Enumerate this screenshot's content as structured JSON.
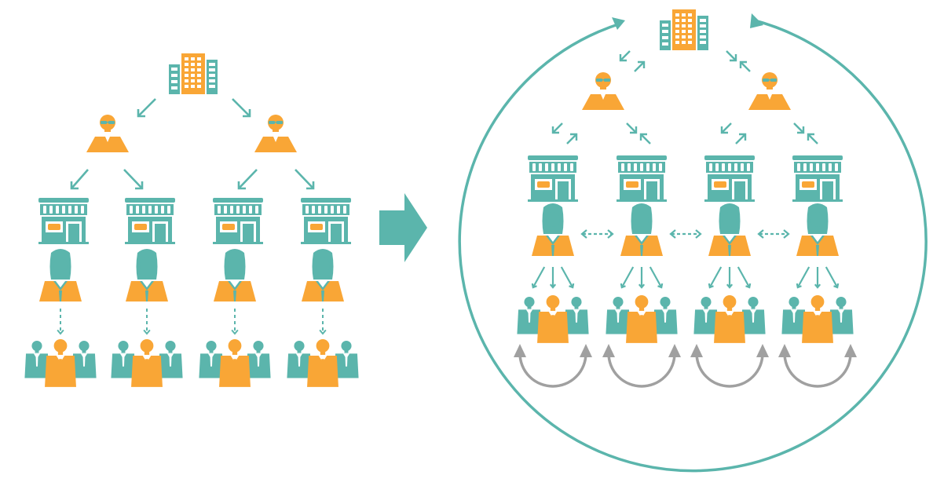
{
  "colors": {
    "teal": "#5BB5AC",
    "orange": "#F9A636",
    "gray": "#A0A0A0",
    "white": "#FFFFFF"
  },
  "icons": {
    "building": "office-building-icon",
    "manager": "manager-icon",
    "store": "store-icon",
    "staff": "female-staff-icon",
    "customers": "customer-group-icon"
  },
  "left_model": {
    "levels": [
      "building",
      "managers",
      "stores",
      "staff",
      "customers"
    ],
    "managers_count": 2,
    "stores_per_manager": 2,
    "flow": "one-way-down"
  },
  "center_arrow": {
    "direction": "right"
  },
  "right_model": {
    "levels": [
      "building",
      "managers",
      "stores",
      "staff",
      "customers"
    ],
    "managers_count": 2,
    "stores_per_manager": 2,
    "flow": "two-way",
    "staff_links": "peer-to-peer",
    "customer_loops": true,
    "outer_cycle": true
  }
}
